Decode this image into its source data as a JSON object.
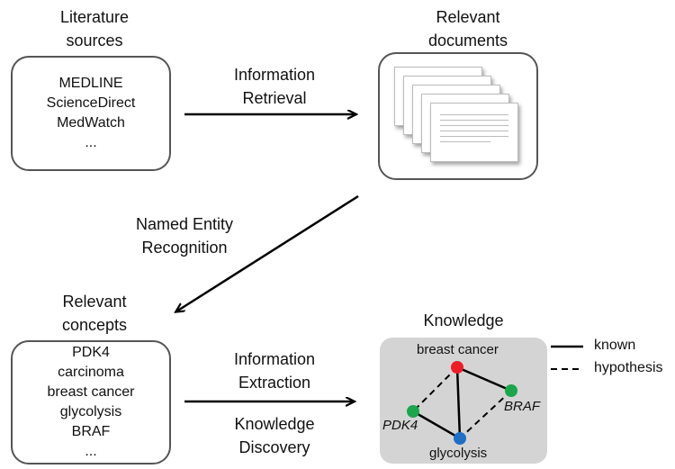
{
  "headings": {
    "literature_sources": [
      "Literature",
      "sources"
    ],
    "relevant_documents": [
      "Relevant",
      "documents"
    ],
    "relevant_concepts": [
      "Relevant",
      "concepts"
    ],
    "knowledge": "Knowledge"
  },
  "sources_list": [
    "MEDLINE",
    "ScienceDirect",
    "MedWatch",
    "..."
  ],
  "concepts_list": [
    "PDK4",
    "carcinoma",
    "breast cancer",
    "glycolysis",
    "BRAF",
    "..."
  ],
  "steps": {
    "information_retrieval": [
      "Information",
      "Retrieval"
    ],
    "named_entity_recognition": [
      "Named Entity",
      "Recognition"
    ],
    "information_extraction": [
      "Information",
      "Extraction"
    ],
    "knowledge_discovery": [
      "Knowledge",
      "Discovery"
    ]
  },
  "graph": {
    "nodes": {
      "breast_cancer": {
        "label": "breast cancer",
        "color": "#ee1c25"
      },
      "brafn": {
        "label": "BRAF",
        "color": "#1aa64b"
      },
      "pdk4": {
        "label": "PDK4",
        "color": "#1aa64b"
      },
      "glycolysis": {
        "label": "glycolysis",
        "color": "#1f6fc5"
      }
    }
  },
  "legend": {
    "known": "known",
    "hypothesis": "hypothesis"
  }
}
